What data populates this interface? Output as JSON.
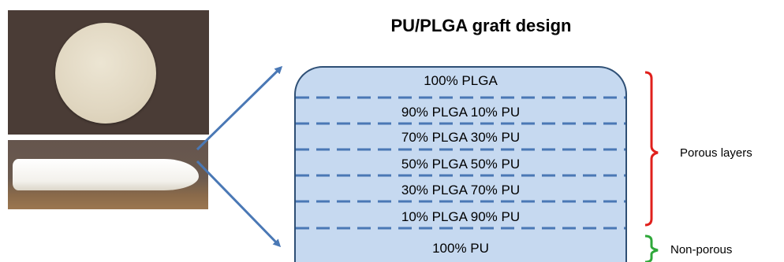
{
  "title": "PU/PLGA graft design",
  "layers": [
    "100% PLGA",
    "90% PLGA 10% PU",
    "70% PLGA 30% PU",
    "50% PLGA 50% PU",
    "30% PLGA 70% PU",
    "10% PLGA 90% PU",
    "100% PU"
  ],
  "annotations": {
    "porous": "Porous layers",
    "non_porous": "Non-porous"
  },
  "colors": {
    "graft_fill": "#c6d9f0",
    "graft_border": "#2e4f75",
    "dash_line": "#4a78b5",
    "arrow": "#4a78b5",
    "porous_bracket": "#e0201c",
    "non_porous_bracket": "#2fa83a"
  }
}
